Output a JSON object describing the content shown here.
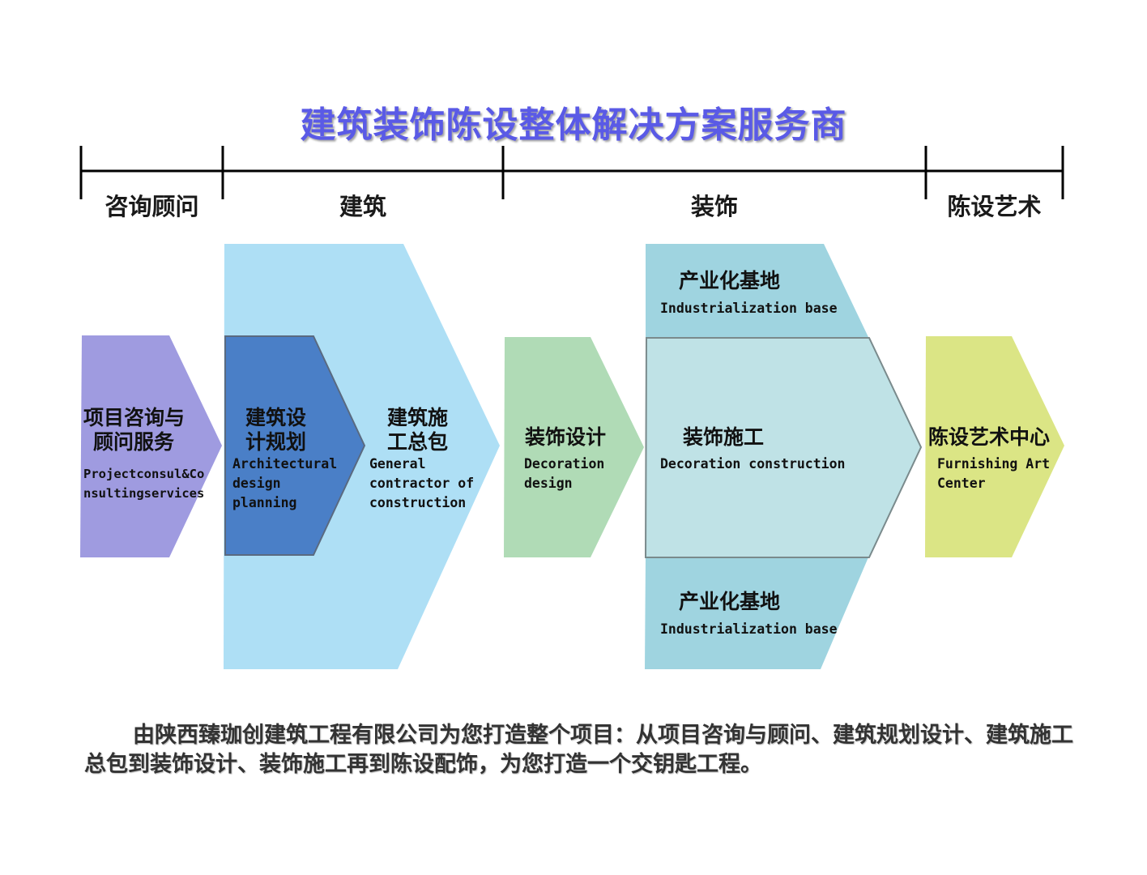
{
  "title": "建筑装饰陈设整体解决方案服务商",
  "phases": [
    "咨询顾问",
    "建筑",
    "装饰",
    "陈设艺术"
  ],
  "colors": {
    "consult": "#9f9be0",
    "building_band": "#aedff5",
    "architectural": "#4a7fc7",
    "deco_design": "#b0dbb6",
    "industrial_base": "#9fd4e0",
    "deco_construction": "#bfe2e6",
    "furnishing": "#dbe585",
    "title": "#5a5ae6"
  },
  "steps": {
    "consulting": {
      "cn_line1": "项目咨询与",
      "cn_line2": "顾问服务",
      "en": "Projectconsul&Co\nnsultingservices"
    },
    "arch_design": {
      "cn_line1": "建筑设",
      "cn_line2": "计规划",
      "en": "Architectural\ndesign\nplanning"
    },
    "general_contract": {
      "cn_line1": "建筑施",
      "cn_line2": "工总包",
      "en": "General\ncontractor of\nconstruction"
    },
    "deco_design": {
      "cn": "装饰设计",
      "en": "Decoration\ndesign"
    },
    "deco_construction": {
      "cn": "装饰施工",
      "en": "Decoration construction"
    },
    "industrial_top": {
      "cn": "产业化基地",
      "en": "Industrialization base"
    },
    "industrial_bottom": {
      "cn": "产业化基地",
      "en": "Industrialization base"
    },
    "furnishing": {
      "cn": "陈设艺术中心",
      "en": "Furnishing Art\nCenter"
    }
  },
  "summary": "由陕西臻珈创建筑工程有限公司为您打造整个项目：从项目咨询与顾问、建筑规划设计、建筑施工总包到装饰设计、装饰施工再到陈设配饰，为您打造一个交钥匙工程。"
}
